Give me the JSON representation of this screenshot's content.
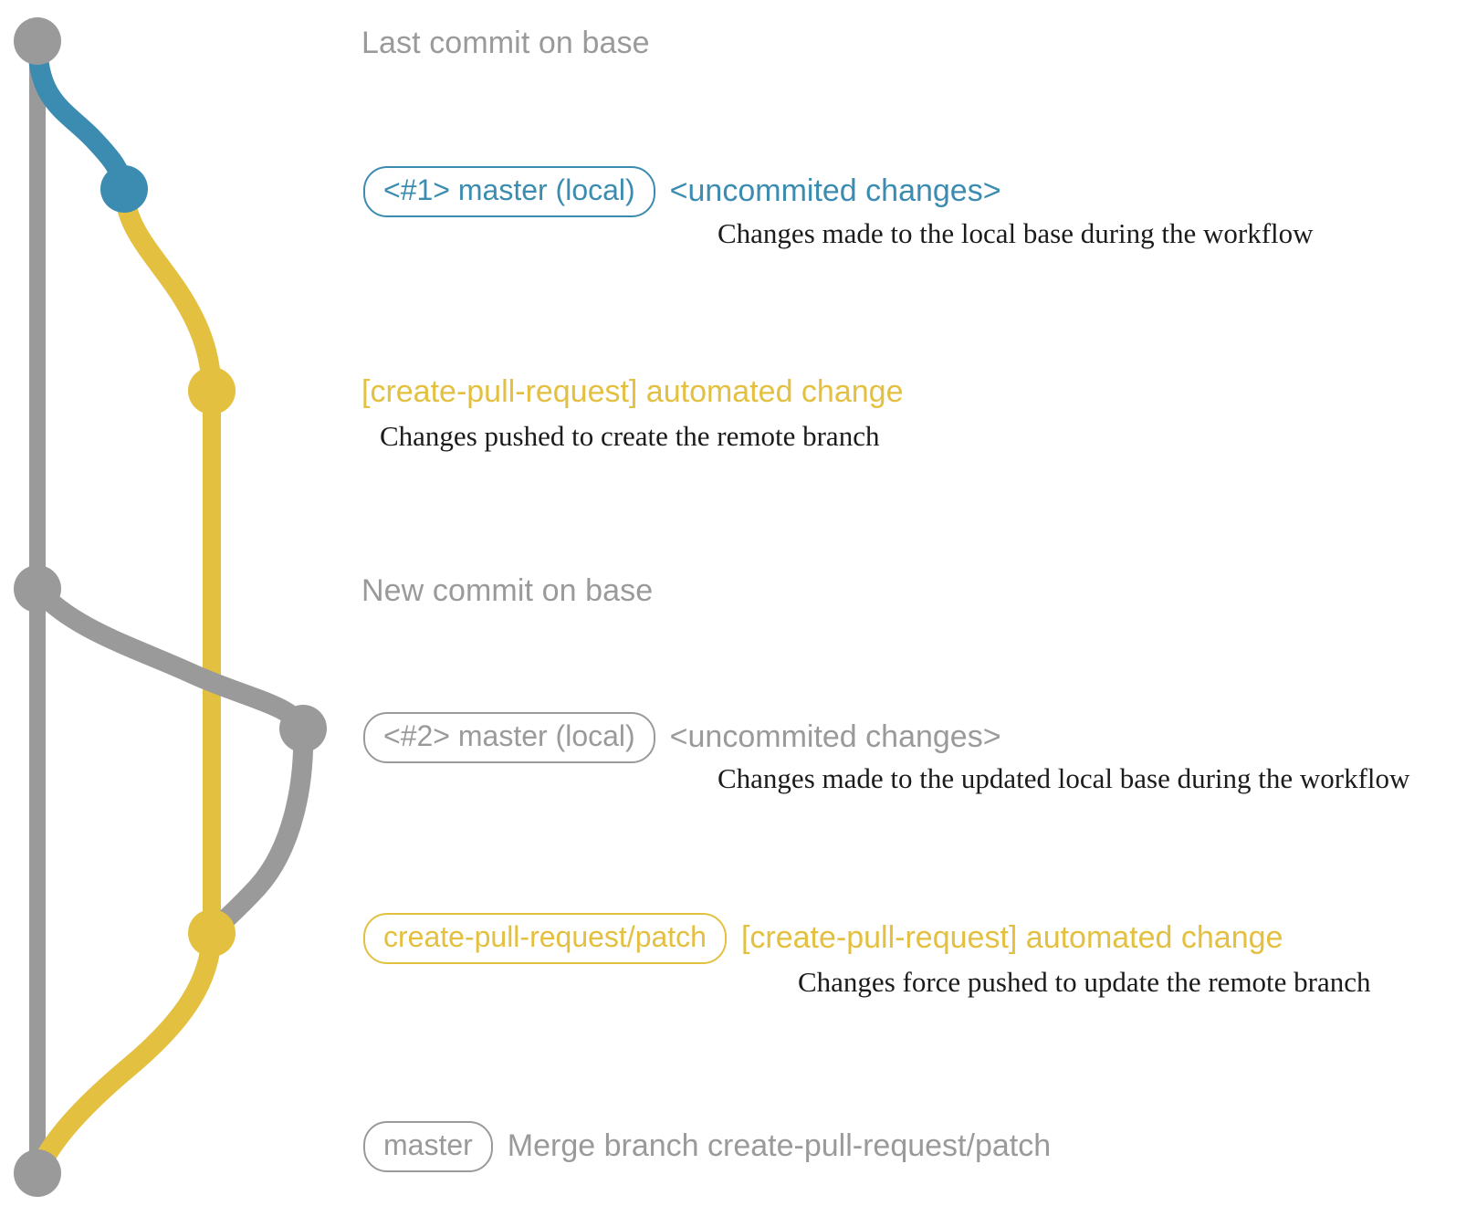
{
  "diagram": {
    "title": "create-pull-request workflow git graph",
    "background": "#ffffff",
    "colors": {
      "base": "#9a9a9a",
      "local": "#3b8cb0",
      "patch": "#e3c040",
      "note_text": "#1b1b1b"
    }
  },
  "captions": {
    "last_commit_on_base": "Last commit on base",
    "new_commit_on_base": "New commit on base"
  },
  "commits": [
    {
      "id": "base-last",
      "color": "#9a9a9a",
      "lane": "base",
      "pill": null,
      "subject": "Last commit on base",
      "note": null
    },
    {
      "id": "local-1",
      "color": "#3b8cb0",
      "lane": "local",
      "pill": "<#1> master (local)",
      "subject": "<uncommited changes>",
      "note": "Changes made to the local base during the workflow"
    },
    {
      "id": "patch-1",
      "color": "#e3c040",
      "lane": "patch",
      "pill": null,
      "subject": "[create-pull-request] automated change",
      "note": "Changes pushed to create the remote branch"
    },
    {
      "id": "base-new",
      "color": "#9a9a9a",
      "lane": "base",
      "pill": null,
      "subject": "New commit on base",
      "note": null
    },
    {
      "id": "local-2",
      "color": "#9a9a9a",
      "lane": "local2",
      "pill": "<#2> master (local)",
      "subject": "<uncommited changes>",
      "note": "Changes made to the updated local base during the workflow"
    },
    {
      "id": "patch-2",
      "color": "#e3c040",
      "lane": "patch",
      "pill": "create-pull-request/patch",
      "subject": "[create-pull-request] automated change",
      "note": "Changes force pushed to update the remote branch"
    },
    {
      "id": "merge",
      "color": "#9a9a9a",
      "lane": "base",
      "pill": "master",
      "subject": "Merge branch create-pull-request/patch",
      "note": null
    }
  ],
  "refs": {
    "local_1": "<#1> master (local)",
    "local_2": "<#2> master (local)",
    "patch_branch": "create-pull-request/patch",
    "master": "master"
  },
  "subjects": {
    "uncommited_1": "<uncommited changes>",
    "uncommited_2": "<uncommited changes>",
    "automated_change_1": "[create-pull-request] automated change",
    "automated_change_2": "[create-pull-request] automated change",
    "merge_branch": "Merge branch create-pull-request/patch"
  },
  "notes": {
    "note_1": "Changes made to the local base during the workflow",
    "note_2": "Changes pushed to create the remote branch",
    "note_3": "Changes made to the updated local base during the workflow",
    "note_4": "Changes force pushed to update the remote branch"
  }
}
